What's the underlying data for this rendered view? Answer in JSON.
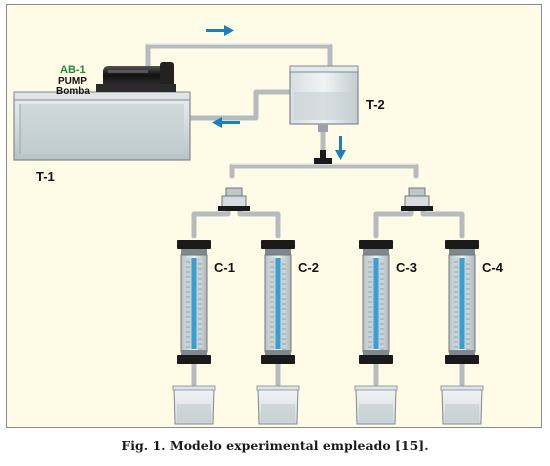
{
  "labels": {
    "pump_id": "AB-1",
    "pump_en": "PUMP",
    "pump_es": "Bomba",
    "tank1": "T-1",
    "tank2": "T-2",
    "columns": [
      "C-1",
      "C-2",
      "C-3",
      "C-4"
    ]
  },
  "caption": "Fig. 1. Modelo experimental empleado [15].",
  "colors": {
    "background": "#fffbe6",
    "arrow": "#1a7fc0",
    "pump_id_text": "#1e8a3a",
    "tank": "#c9d3d6",
    "column_core": "#3a9fd0"
  }
}
